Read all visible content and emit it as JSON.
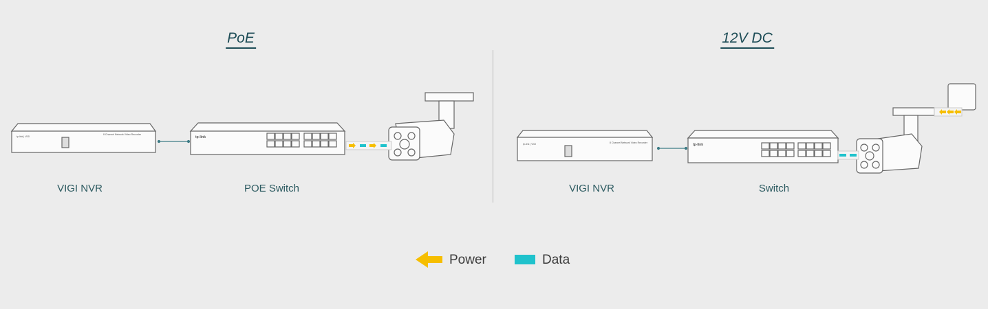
{
  "sections": [
    {
      "title": "PoE",
      "nvr_label": "VIGI NVR",
      "switch_label": "POE Switch"
    },
    {
      "title": "12V DC",
      "nvr_label": "VIGI NVR",
      "switch_label": "Switch"
    }
  ],
  "devices": {
    "nvr_brand": "tp-link | VIGI",
    "nvr_model_text": "8 Channel Network Video Recorder",
    "switch_brand": "tp-link"
  },
  "legend": {
    "power_label": "Power",
    "data_label": "Data"
  },
  "colors": {
    "power": "#f6be00",
    "data": "#1fc2cc",
    "title": "#1e4d57",
    "link": "#3d7c86"
  }
}
